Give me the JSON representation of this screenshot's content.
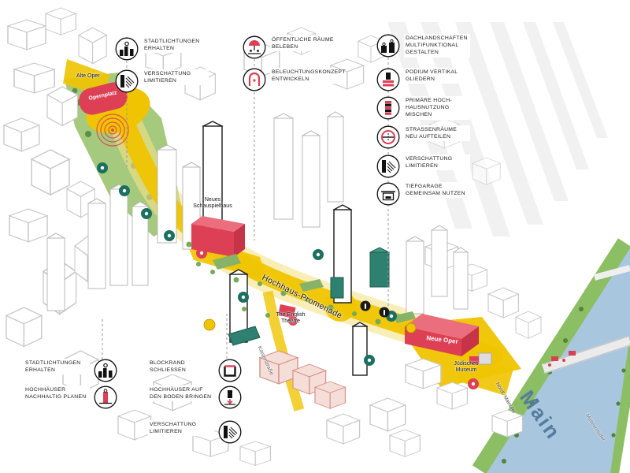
{
  "legend": {
    "top_left": [
      {
        "label": "STADTLICHTUNGEN ERHALTEN",
        "icon": "city-clearing-icon"
      },
      {
        "label": "VERSCHATTUNG LIMITIEREN",
        "icon": "shadow-hatch-icon"
      }
    ],
    "top_middle": [
      {
        "label": "ÖFFENTLICHE RÄUME BELEBEN",
        "icon": "public-space-icon"
      },
      {
        "label": "BELEUCHTUNGSKONZEPT ENTWICKELN",
        "icon": "lighting-arch-icon"
      }
    ],
    "top_right": [
      {
        "label": "DACHLANDSCHAFTEN MULTIFUNKTIONAL GESTALTEN",
        "icon": "roofscape-icon"
      },
      {
        "label": "PODIUM VERTIKAL GLIEDERN",
        "icon": "podium-icon"
      },
      {
        "label": "PRIMÄRE HOCH-HAUSNUTZUNG MISCHEN",
        "icon": "mixed-use-tower-icon"
      },
      {
        "label": "STRASSENRÄUME NEU AUFTEILEN",
        "icon": "street-section-icon"
      },
      {
        "label": "VERSCHATTUNG LIMITIEREN",
        "icon": "shadow-hatch-icon"
      },
      {
        "label": "TIEFGARAGE GEMEINSAM NUTZEN",
        "icon": "parking-garage-icon"
      }
    ],
    "bottom_left": [
      {
        "label": "STADTLICHTUNGEN ERHALTEN",
        "icon": "city-clearing-icon"
      },
      {
        "label": "HOCHHÄUSER NACHHALTIG PLANEN",
        "icon": "sustainable-tower-icon"
      }
    ],
    "bottom_middle": [
      {
        "label": "BLOCKRAND SCHLIESSEN",
        "icon": "block-perimeter-icon"
      },
      {
        "label": "HOCHHÄUSER AUF DEN BODEN BRINGEN",
        "icon": "tower-to-ground-icon"
      },
      {
        "label": "VERSCHATTUNG LIMITIEREN",
        "icon": "shadow-hatch-icon"
      }
    ]
  },
  "map_labels": {
    "alte_oper": "Alte Oper",
    "opernplatz": "Opernplatz",
    "neues_schauspielhaus": "Neues Schauspielhaus",
    "english_theatre": "The English Theatre",
    "hochhaus_promenade": "Hochhaus-Promenade",
    "kaiserstrasse": "Kaiserstraße",
    "neue_oper": "Neue Oper",
    "juedisches_museum": "Jüdisches Museum",
    "noerdl_mainufer": "Nördl. Mainufer",
    "main_river": "Main",
    "museumsufer": "Museumsufer"
  },
  "colors": {
    "accent_red": "#dd3f54",
    "promenade_yellow": "#f0c400",
    "teal_green": "#2e8070",
    "river_blue": "#a8c6de",
    "bank_green": "#8cbf63",
    "line_gray": "#c9c9c9"
  }
}
